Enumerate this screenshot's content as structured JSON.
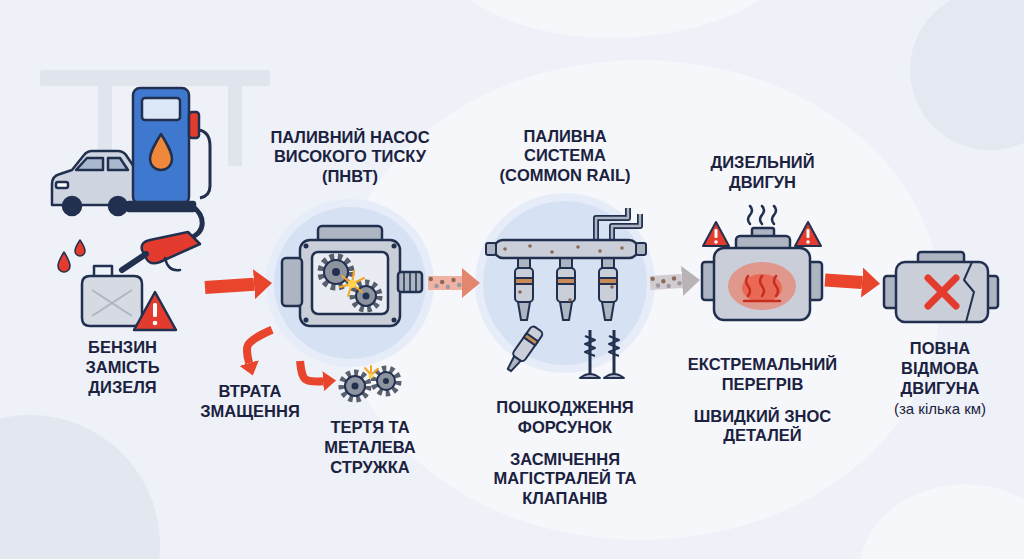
{
  "diagram": {
    "nodes": [
      {
        "text": [
          "БЕНЗИН ЗАМІСТЬ ДИЗЕЛЯ"
        ]
      },
      {
        "text": [
          "ПАЛИВНИЙ НАСОС ВИСОКОГО ТИСКУ (ПНВТ)"
        ]
      },
      {
        "text": [
          "ВТРАТА ЗМАЩЕННЯ"
        ]
      },
      {
        "text": [
          "ТЕРТЯ ТА МЕТАЛЕВА СТРУЖКА"
        ]
      },
      {
        "text": [
          "ПАЛИВНА СИСТЕМА (COMMON RAIL)",
          "ПОШКОДЖЕННЯ ФОРСУНОК",
          "ЗАСМІЧЕННЯ МАГІСТРАЛЕЙ ТА КЛАПАНІВ"
        ]
      },
      {
        "text": [
          "ДИЗЕЛЬНИЙ ДВИГУН",
          "ЕКСТРЕМАЛЬНИЙ ПЕРЕГРІВ",
          "ШВИДКИЙ ЗНОС ДЕТАЛЕЙ"
        ]
      },
      {
        "text": [
          "ПОВНА ВІДМОВА ДВИГУНА",
          "(за кілька км)"
        ]
      }
    ],
    "edges": [
      {
        "from": 0,
        "to": 1,
        "arrow": "to"
      },
      {
        "from": 1,
        "to": 2,
        "arrow": "to"
      },
      {
        "from": 1,
        "to": 3,
        "arrow": "to"
      },
      {
        "from": 1,
        "to": 4,
        "arrow": "to"
      },
      {
        "from": 4,
        "to": 5,
        "arrow": "to"
      },
      {
        "from": 5,
        "to": 6,
        "arrow": "to"
      }
    ]
  }
}
